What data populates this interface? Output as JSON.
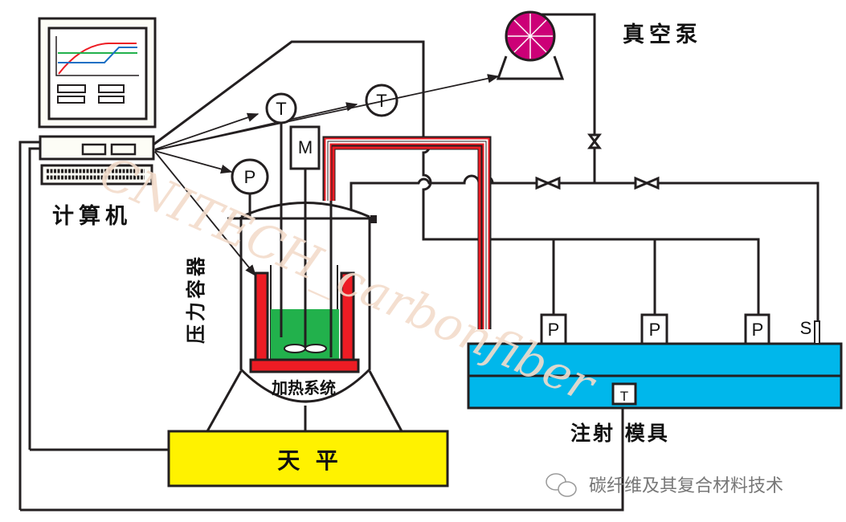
{
  "labels": {
    "computer": "计算机",
    "pressure_vessel": "压力容器",
    "heating_system": "加热系统",
    "balance": "天  平",
    "vacuum_pump": "真空泵",
    "injection_mold": "注射 模具"
  },
  "sensors": {
    "temperature": "T",
    "pressure": "P",
    "motor": "M",
    "sensor_s": "S"
  },
  "watermark": "CNITECH_carbonfiber",
  "caption": "碳纤维及其复合材料技术",
  "colors": {
    "heater": "#ed1c24",
    "resin": "#22b14c",
    "mold": "#00b7eb",
    "balance": "#fff200",
    "pump": "#cc0077",
    "line": "#231f20"
  }
}
